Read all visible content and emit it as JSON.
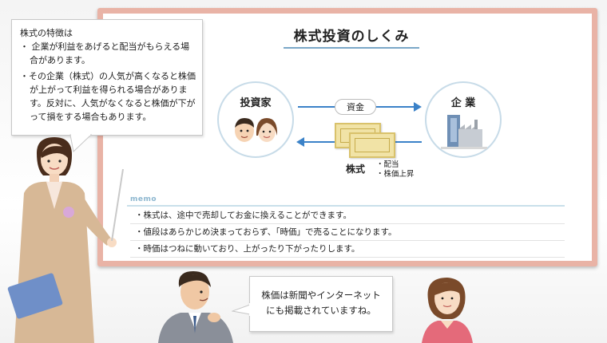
{
  "board": {
    "title": "株式投資のしくみ",
    "investor_label": "投資家",
    "company_label": "企 業",
    "funds_label": "資金",
    "stock_label": "株式",
    "stock_benefit_1": "・配当",
    "stock_benefit_2": "・株価上昇",
    "memo_label": "memo",
    "memo_items": [
      "・株式は、途中で売却してお金に換えることができます。",
      "・値段はあらかじめ決まっておらず、「時価」で売ることになります。",
      "・時価はつねに動いており、上がったり下がったりします。"
    ]
  },
  "left_bubble": {
    "heading": "株式の特徴は",
    "bullet_1": "・ 企業が利益をあげると配当がもらえる場合があります。",
    "bullet_2": "・その企業（株式）の人気が高くなると株価が上がって利益を得られる場合があります。反対に、人気がなくなると株価が下がって損をする場合もあります。"
  },
  "bottom_bubble": {
    "line_1": "株価は新聞やインターネット",
    "line_2": "にも掲載されていますね。"
  },
  "colors": {
    "board_frame": "#e9b3a6",
    "accent_blue": "#3b82c8"
  }
}
